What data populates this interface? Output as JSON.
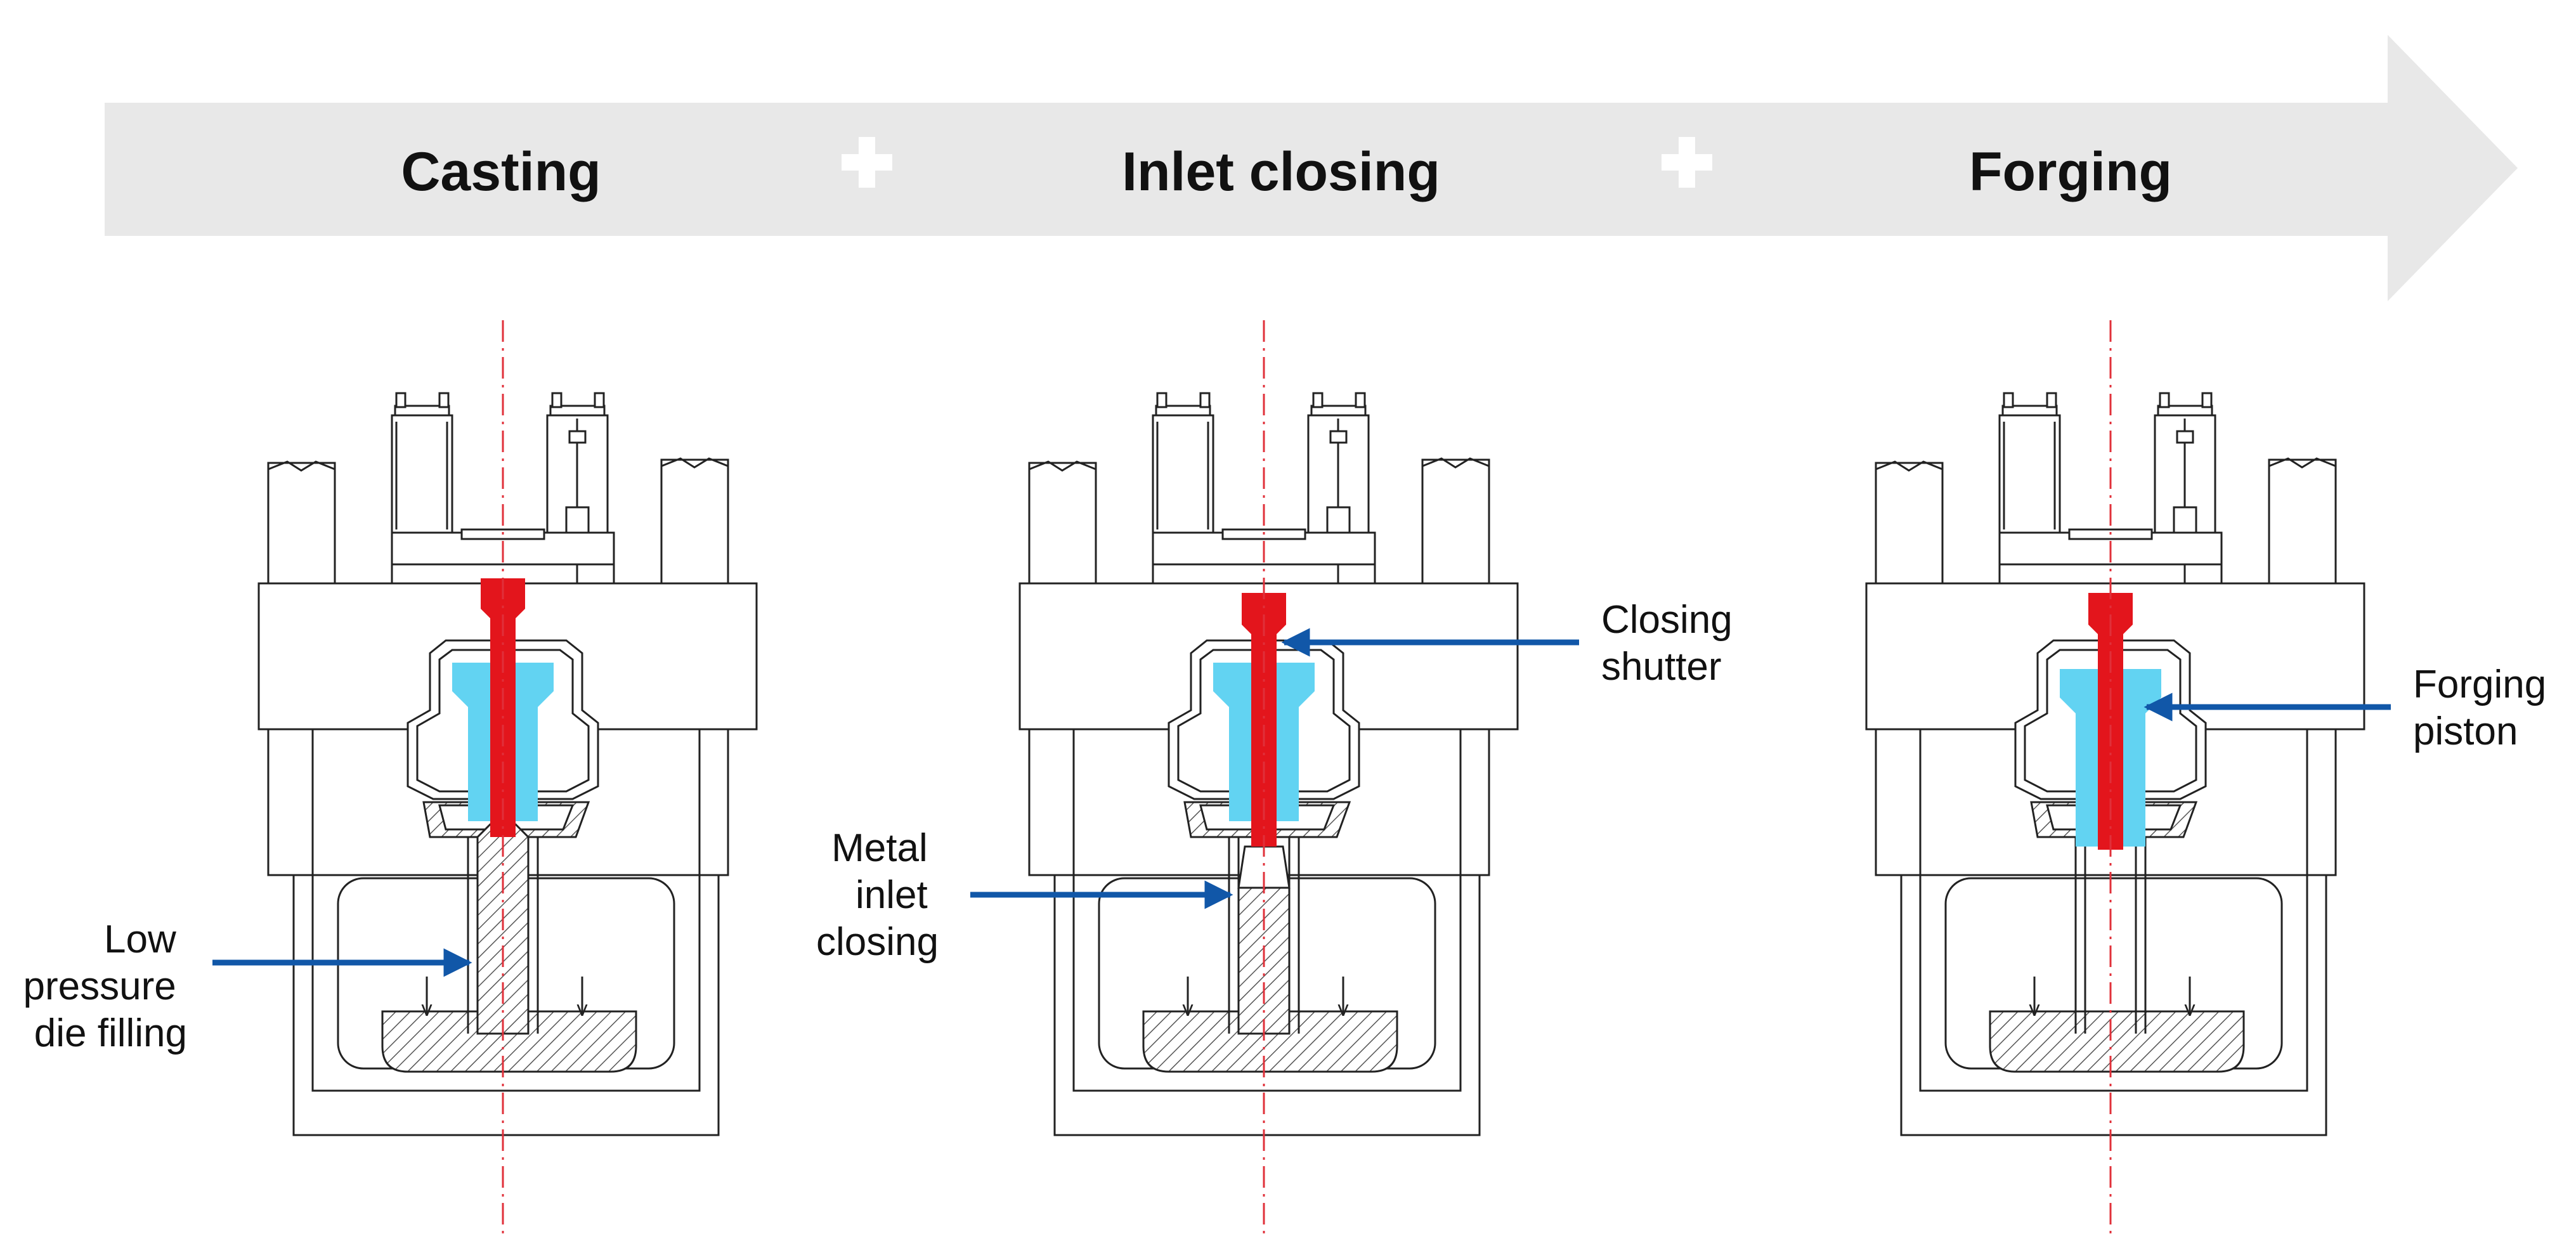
{
  "colors": {
    "banner": "#e8e8e8",
    "plus": "#ffffff",
    "line": "#222222",
    "shutter_red": "#e3151c",
    "piston_cyan": "#62d3f2",
    "axis_red": "#e0303a",
    "arrow_blue": "#1157a8",
    "hatch": "#555555"
  },
  "process_banner": {
    "stages": [
      "Casting",
      "Inlet closing",
      "Forging"
    ],
    "separator_icon": "plus-icon"
  },
  "panels": [
    {
      "stage": "Casting",
      "shutter_state": "open",
      "callout": {
        "lines": [
          "Low",
          "pressure",
          "die filling"
        ],
        "align": "right"
      }
    },
    {
      "stage": "Inlet closing",
      "shutter_state": "closed",
      "callouts": [
        {
          "lines": [
            "Closing",
            "shutter"
          ],
          "align": "left"
        },
        {
          "lines": [
            "Metal",
            "inlet",
            "closing"
          ],
          "align": "right"
        }
      ]
    },
    {
      "stage": "Forging",
      "shutter_state": "forged",
      "callout": {
        "lines": [
          "Forging",
          "piston"
        ],
        "align": "left"
      }
    }
  ]
}
